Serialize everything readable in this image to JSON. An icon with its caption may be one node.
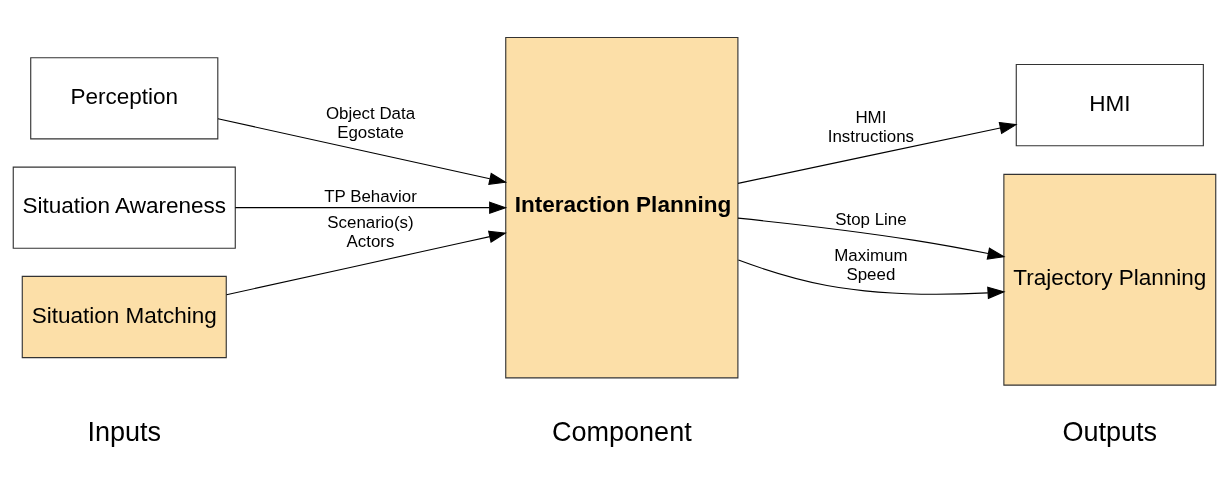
{
  "diagram": {
    "nodes": [
      {
        "text": [
          "Perception"
        ]
      },
      {
        "text": [
          "Situation Awareness"
        ]
      },
      {
        "text": [
          "Situation Matching"
        ]
      },
      {
        "text": [
          "Interaction Planning"
        ]
      },
      {
        "text": [
          "HMI"
        ]
      },
      {
        "text": [
          "Trajectory Planning"
        ]
      }
    ],
    "edges": [
      {
        "from": 0,
        "to": 3,
        "arrow": "to",
        "label": "Object Data Egostate"
      },
      {
        "from": 1,
        "to": 3,
        "arrow": "to",
        "label": "TP Behavior"
      },
      {
        "from": 2,
        "to": 3,
        "arrow": "to",
        "label": "Scenario(s) Actors"
      },
      {
        "from": 3,
        "to": 4,
        "arrow": "to",
        "label": "HMI Instructions"
      },
      {
        "from": 3,
        "to": 5,
        "arrow": "to",
        "label": "Stop Line"
      },
      {
        "from": 3,
        "to": 5,
        "arrow": "to",
        "label": "Maximum Speed"
      }
    ],
    "labels": [
      "Inputs",
      "Component",
      "Outputs"
    ]
  }
}
